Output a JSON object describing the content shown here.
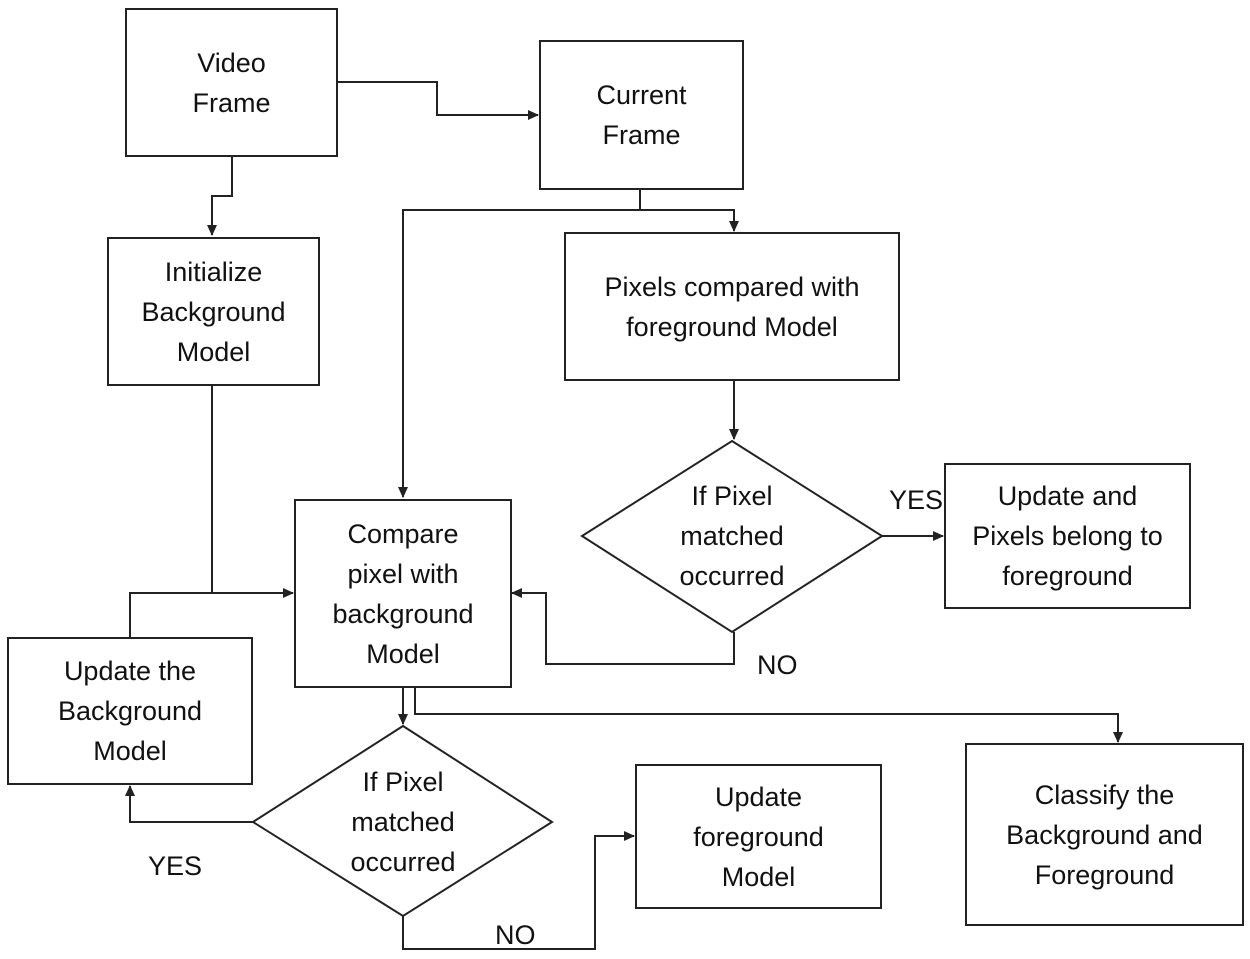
{
  "nodes": {
    "video_frame": "Video\nFrame",
    "current_frame": "Current\nFrame",
    "initialize_background": "Initialize\nBackground\nModel",
    "pixels_compared_foreground": "Pixels compared with\nforeground Model",
    "decision_foreground_match": "If Pixel\nmatched\noccurred",
    "update_pixels_foreground": "Update and\nPixels belong to\nforeground",
    "compare_pixel_background": "Compare\npixel with\nbackground\nModel",
    "update_background": "Update the\nBackground\nModel",
    "decision_background_match": "If Pixel\nmatched\noccurred",
    "update_foreground_model": "Update\nforeground\nModel",
    "classify": "Classify the\nBackground and\nForeground"
  },
  "edge_labels": {
    "foreground_yes": "YES",
    "foreground_no": "NO",
    "background_yes": "YES",
    "background_no": "NO"
  }
}
